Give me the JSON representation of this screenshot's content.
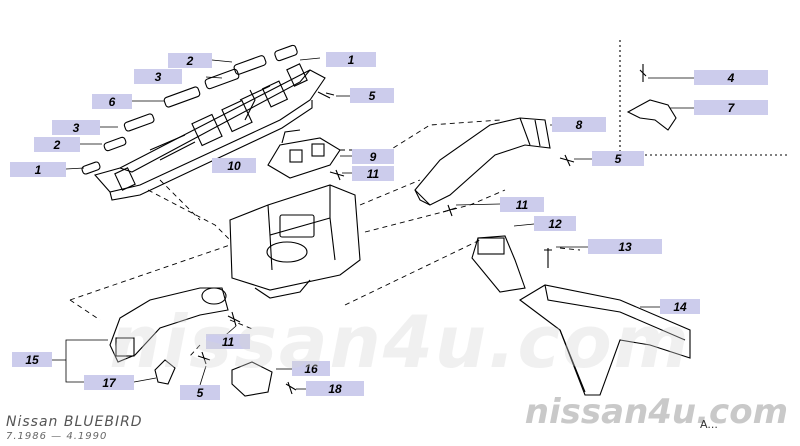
{
  "diagram": {
    "callouts": [
      {
        "id": "c1a",
        "label": "1"
      },
      {
        "id": "c2a",
        "label": "2"
      },
      {
        "id": "c3a",
        "label": "3"
      },
      {
        "id": "c6",
        "label": "6"
      },
      {
        "id": "c3b",
        "label": "3"
      },
      {
        "id": "c2b",
        "label": "2"
      },
      {
        "id": "c1b",
        "label": "1"
      },
      {
        "id": "c5a",
        "label": "5"
      },
      {
        "id": "c10",
        "label": "10"
      },
      {
        "id": "c9",
        "label": "9"
      },
      {
        "id": "c11a",
        "label": "11"
      },
      {
        "id": "c8",
        "label": "8"
      },
      {
        "id": "c5b",
        "label": "5"
      },
      {
        "id": "c4",
        "label": "4"
      },
      {
        "id": "c7",
        "label": "7"
      },
      {
        "id": "c11b",
        "label": "11"
      },
      {
        "id": "c12",
        "label": "12"
      },
      {
        "id": "c13",
        "label": "13"
      },
      {
        "id": "c14",
        "label": "14"
      },
      {
        "id": "c11c",
        "label": "11"
      },
      {
        "id": "c15",
        "label": "15"
      },
      {
        "id": "c17",
        "label": "17"
      },
      {
        "id": "c5c",
        "label": "5"
      },
      {
        "id": "c16",
        "label": "16"
      },
      {
        "id": "c18",
        "label": "18"
      }
    ]
  },
  "watermark": {
    "center": "nissan4u.com",
    "corner": "nissan4u.com"
  },
  "footer": {
    "model": "Nissan BLUEBIRD",
    "years": "7.1986 — 4.1990",
    "page_code": "A..."
  },
  "colors": {
    "callout_bg": "#ccccec",
    "line": "#000000"
  }
}
